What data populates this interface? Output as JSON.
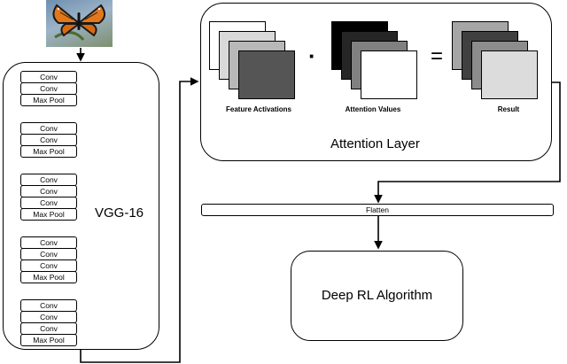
{
  "image": {
    "description": "butterfly input image",
    "icon": "butterfly-photo"
  },
  "vgg": {
    "label": "VGG-16",
    "blocks": [
      [
        "Conv",
        "Conv",
        "Max Pool"
      ],
      [
        "Conv",
        "Conv",
        "Max Pool"
      ],
      [
        "Conv",
        "Conv",
        "Conv",
        "Max Pool"
      ],
      [
        "Conv",
        "Conv",
        "Conv",
        "Max Pool"
      ],
      [
        "Conv",
        "Conv",
        "Conv",
        "Max Pool"
      ]
    ]
  },
  "attention": {
    "title": "Attention Layer",
    "feature_label": "Feature Activations",
    "values_label": "Attention Values",
    "result_label": "Result",
    "dot_symbol": "·",
    "equals_symbol": "=",
    "feature_colors": [
      "#ffffff",
      "#d9d9d9",
      "#b8b8b8",
      "#555555"
    ],
    "values_colors": [
      "#000000",
      "#262626",
      "#808080",
      "#ffffff"
    ],
    "result_colors": [
      "#a6a6a6",
      "#404040",
      "#8c8c8c",
      "#dcdcdc"
    ]
  },
  "flatten": {
    "label": "Flatten"
  },
  "rl": {
    "label": "Deep RL Algorithm"
  }
}
